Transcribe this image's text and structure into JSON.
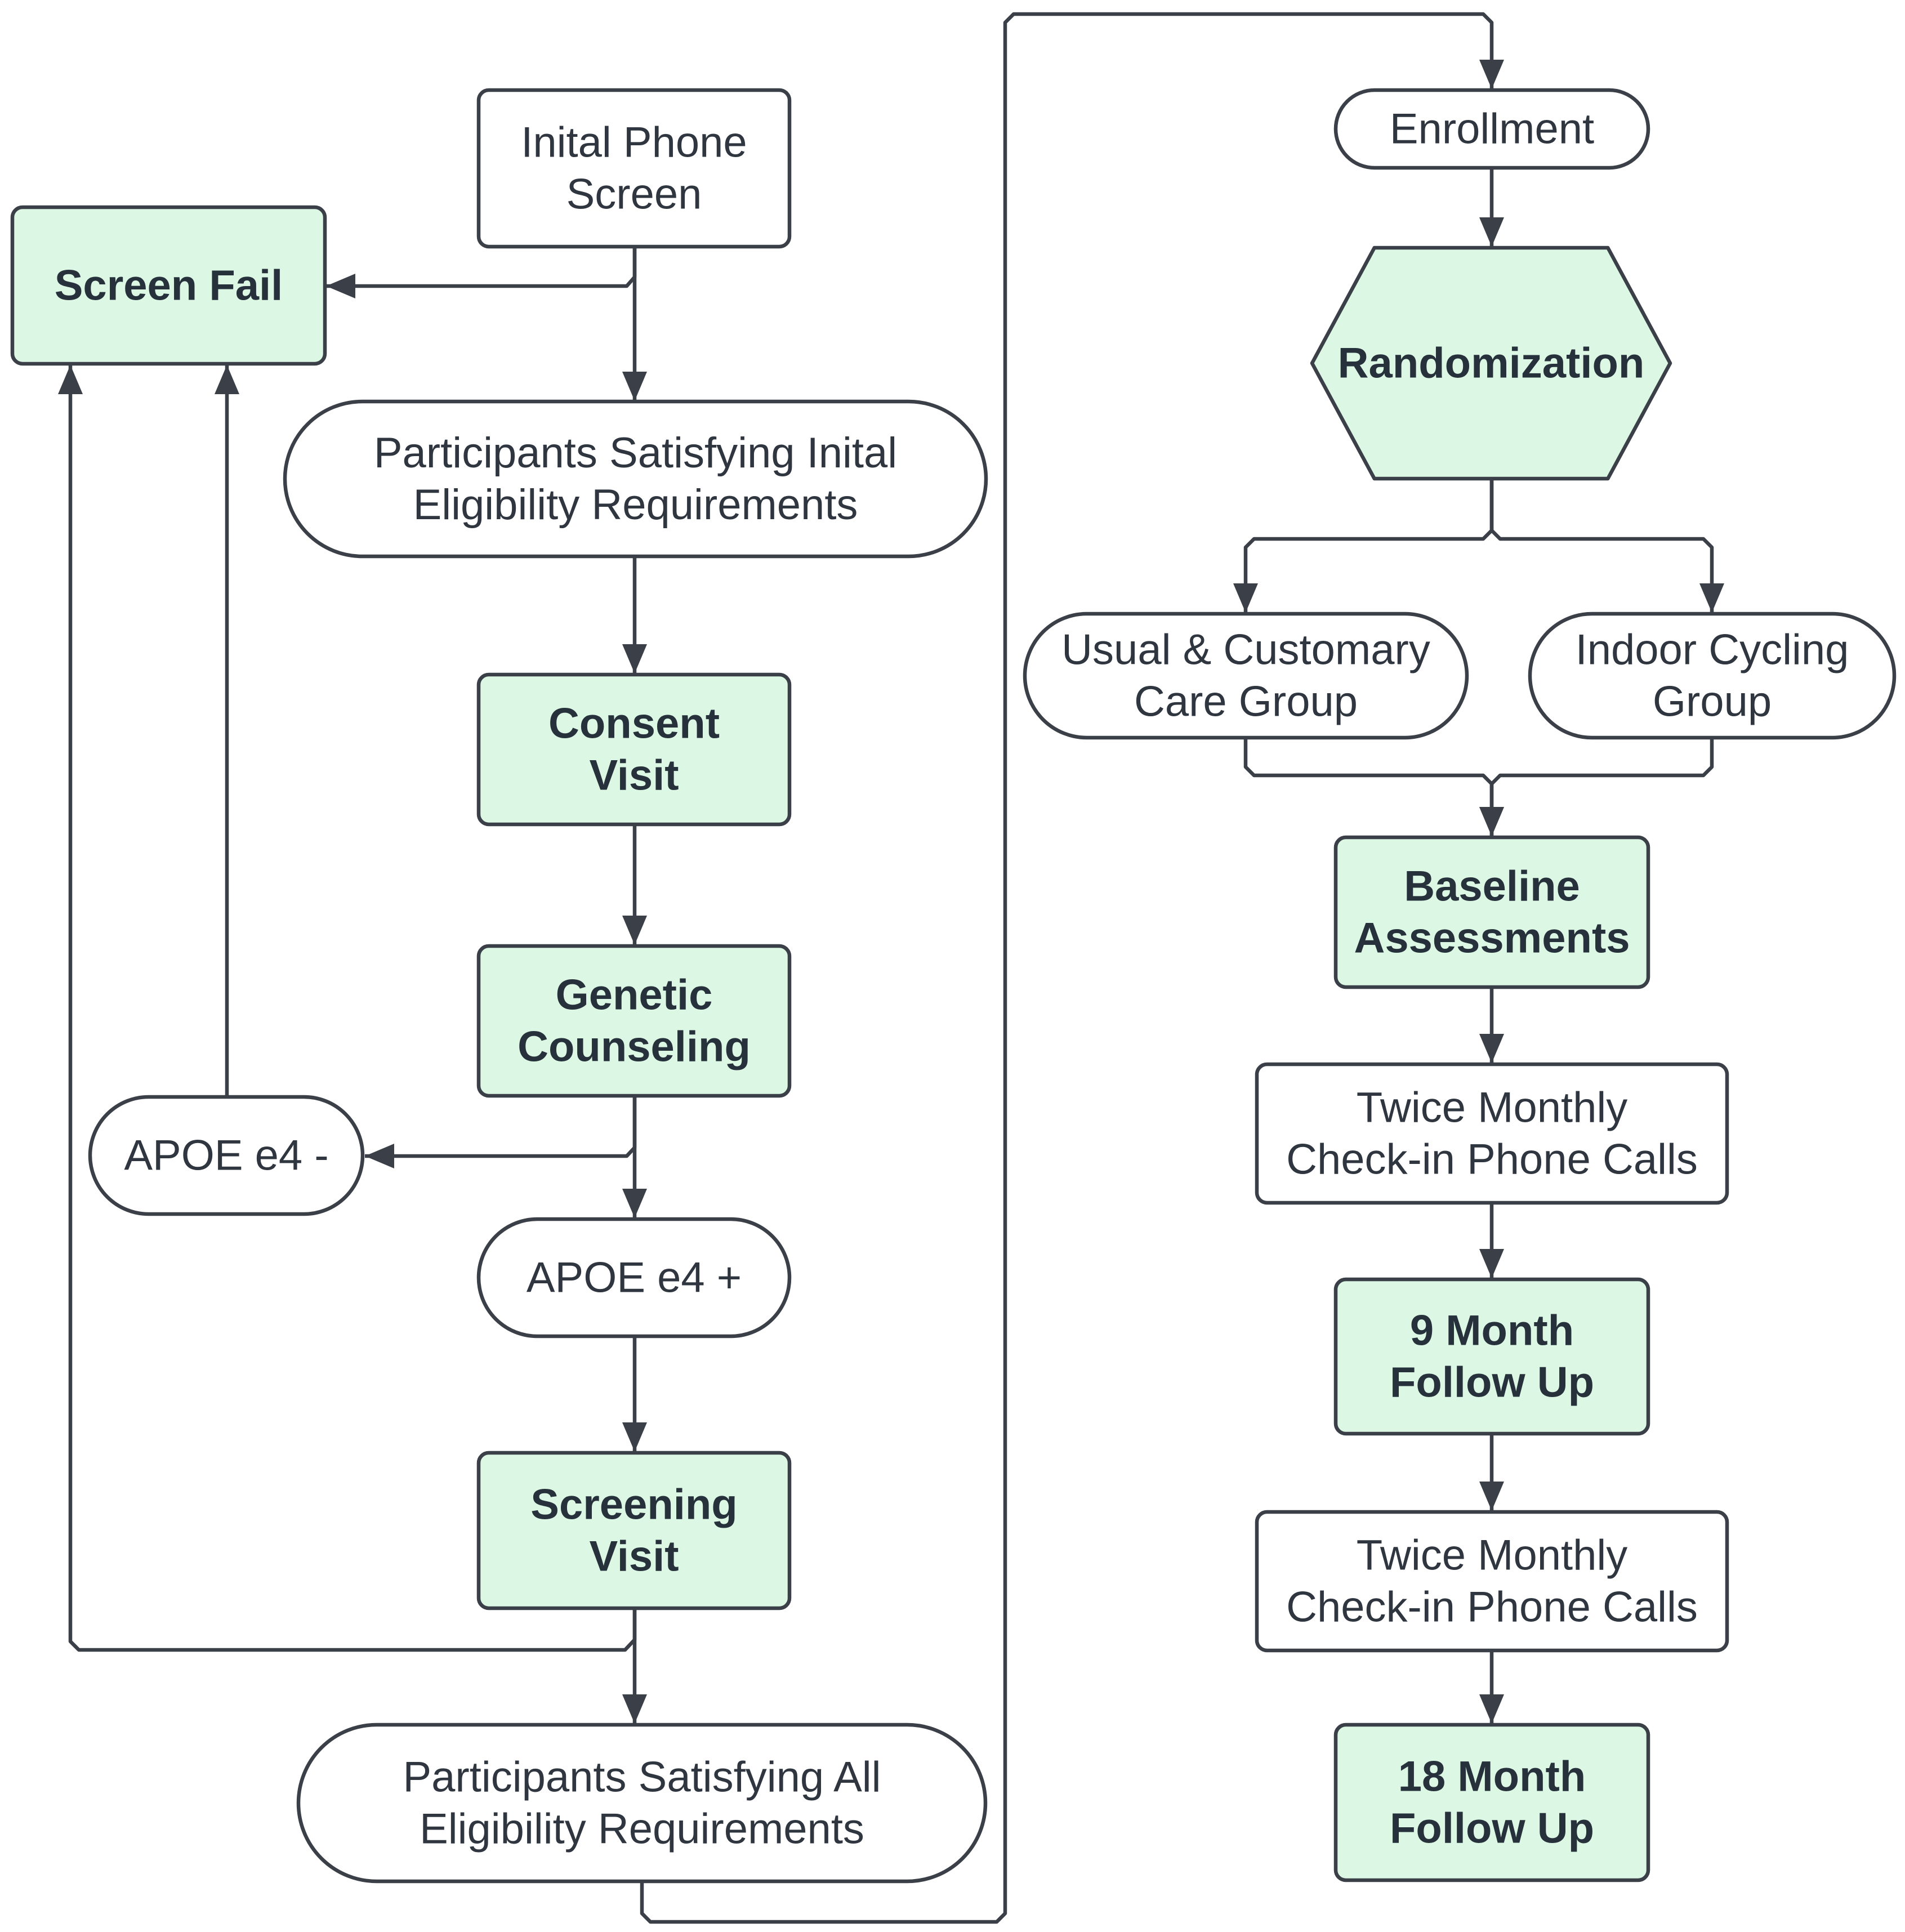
{
  "colors": {
    "stroke": "#3b4048",
    "highlight_fill": "#dcf8e4",
    "plain_fill": "#ffffff",
    "text": "#2f3640"
  },
  "nodes": {
    "initial_phone_screen": {
      "lines": [
        "Inital Phone",
        "Screen"
      ],
      "highlight": false
    },
    "screen_fail": {
      "lines": [
        "Screen Fail"
      ],
      "highlight": true
    },
    "initial_eligibility": {
      "lines": [
        "Participants Satisfying Inital",
        "Eligibility Requirements"
      ],
      "highlight": false
    },
    "consent_visit": {
      "lines": [
        "Consent",
        "Visit"
      ],
      "highlight": true
    },
    "genetic_counseling": {
      "lines": [
        "Genetic",
        "Counseling"
      ],
      "highlight": true
    },
    "apoe_negative": {
      "lines": [
        "APOE e4 -"
      ],
      "highlight": false
    },
    "apoe_positive": {
      "lines": [
        "APOE e4 +"
      ],
      "highlight": false
    },
    "screening_visit": {
      "lines": [
        "Screening",
        "Visit"
      ],
      "highlight": true
    },
    "all_eligibility": {
      "lines": [
        "Participants Satisfying All",
        "Eligibility Requirements"
      ],
      "highlight": false
    },
    "enrollment": {
      "lines": [
        "Enrollment"
      ],
      "highlight": false
    },
    "randomization": {
      "lines": [
        "Randomization"
      ],
      "highlight": true
    },
    "usual_care": {
      "lines": [
        "Usual & Customary",
        "Care Group"
      ],
      "highlight": false
    },
    "indoor_cycling": {
      "lines": [
        "Indoor Cycling",
        "Group"
      ],
      "highlight": false
    },
    "baseline": {
      "lines": [
        "Baseline",
        "Assessments"
      ],
      "highlight": true
    },
    "check_in_1": {
      "lines": [
        "Twice Monthly",
        "Check-in Phone Calls"
      ],
      "highlight": false
    },
    "follow_up_9": {
      "lines": [
        "9 Month",
        "Follow Up"
      ],
      "highlight": true
    },
    "check_in_2": {
      "lines": [
        "Twice Monthly",
        "Check-in Phone Calls"
      ],
      "highlight": false
    },
    "follow_up_18": {
      "lines": [
        "18 Month",
        "Follow Up"
      ],
      "highlight": true
    }
  },
  "edges": [
    {
      "from": "initial_phone_screen",
      "to": "initial_eligibility"
    },
    {
      "from": "initial_phone_screen",
      "to": "screen_fail"
    },
    {
      "from": "initial_eligibility",
      "to": "consent_visit"
    },
    {
      "from": "consent_visit",
      "to": "genetic_counseling"
    },
    {
      "from": "genetic_counseling",
      "to": "apoe_negative"
    },
    {
      "from": "genetic_counseling",
      "to": "apoe_positive"
    },
    {
      "from": "apoe_negative",
      "to": "screen_fail"
    },
    {
      "from": "apoe_positive",
      "to": "screening_visit"
    },
    {
      "from": "screening_visit",
      "to": "all_eligibility"
    },
    {
      "from": "screening_visit",
      "to": "screen_fail"
    },
    {
      "from": "all_eligibility",
      "to": "enrollment"
    },
    {
      "from": "enrollment",
      "to": "randomization"
    },
    {
      "from": "randomization",
      "to": "usual_care"
    },
    {
      "from": "randomization",
      "to": "indoor_cycling"
    },
    {
      "from": "usual_care",
      "to": "baseline"
    },
    {
      "from": "indoor_cycling",
      "to": "baseline"
    },
    {
      "from": "baseline",
      "to": "check_in_1"
    },
    {
      "from": "check_in_1",
      "to": "follow_up_9"
    },
    {
      "from": "follow_up_9",
      "to": "check_in_2"
    },
    {
      "from": "check_in_2",
      "to": "follow_up_18"
    }
  ]
}
